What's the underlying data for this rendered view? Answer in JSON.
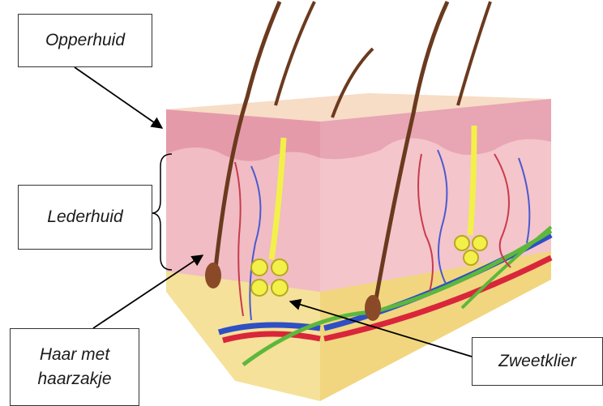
{
  "labels": {
    "opperhuid": "Opperhuid",
    "lederhuid": "Lederhuid",
    "haar_line1": "Haar met",
    "haar_line2": "haarzakje",
    "zweetklier": "Zweetklier"
  },
  "colors": {
    "epidermis": "#f7dcc6",
    "dermis": "#f1bcc4",
    "subcutis": "#f5e199",
    "hair": "#6b3a1e",
    "sweat_gland": "#f3f04a",
    "artery": "#d9263a",
    "vein": "#2f4fc4",
    "nerve": "#5cb83c"
  },
  "icons": [
    "skin-block-illustration",
    "brace-icon",
    "arrow-icon"
  ]
}
